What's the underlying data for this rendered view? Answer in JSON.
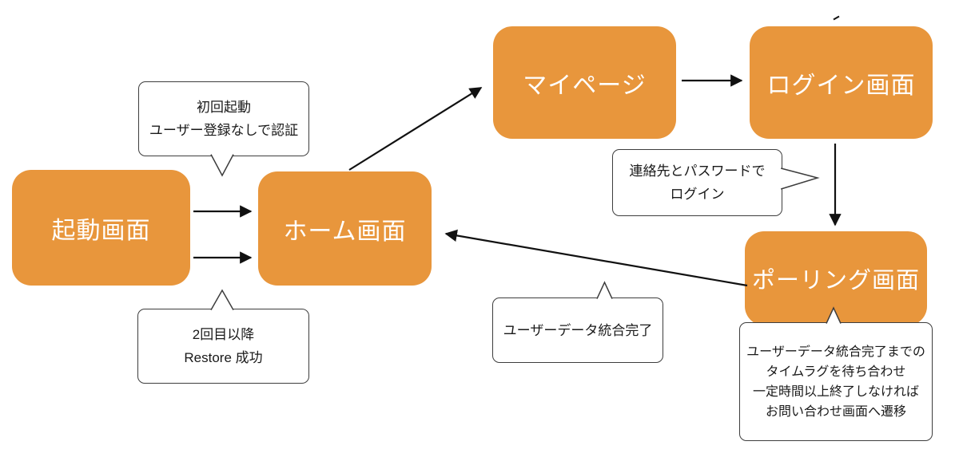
{
  "nodes": {
    "launch": {
      "label": "起動画面"
    },
    "home": {
      "label": "ホーム画面"
    },
    "mypage": {
      "label": "マイページ"
    },
    "login": {
      "label": "ログイン画面"
    },
    "polling": {
      "label": "ポーリング画面"
    }
  },
  "callouts": {
    "first_launch": {
      "lines": [
        "初回起動",
        "ユーザー登録なしで認証"
      ]
    },
    "repeat_launch": {
      "lines": [
        "2回目以降",
        "Restore 成功"
      ]
    },
    "login_method": {
      "lines": [
        "連絡先とパスワードで",
        "ログイン"
      ]
    },
    "integration_complete": {
      "lines": [
        "ユーザーデータ統合完了"
      ]
    },
    "polling_wait": {
      "lines": [
        "ユーザーデータ統合完了までの",
        "タイムラグを待ち合わせ",
        "一定時間以上終了しなければ",
        "お問い合わせ画面へ遷移"
      ]
    }
  },
  "edges": [
    {
      "from": "launch",
      "to": "home",
      "note": "first_launch"
    },
    {
      "from": "launch",
      "to": "home",
      "note": "repeat_launch"
    },
    {
      "from": "home",
      "to": "mypage",
      "note": ""
    },
    {
      "from": "mypage",
      "to": "login",
      "note": ""
    },
    {
      "from": "login",
      "to": "polling",
      "note": "login_method"
    },
    {
      "from": "polling",
      "to": "home",
      "note": "integration_complete"
    }
  ],
  "colors": {
    "node_fill": "#E8963C",
    "node_text": "#FFFFFF",
    "callout_fill": "#FFFFFF",
    "callout_border": "#3D3D3D",
    "arrow": "#111111",
    "background": "#FFFFFF"
  }
}
